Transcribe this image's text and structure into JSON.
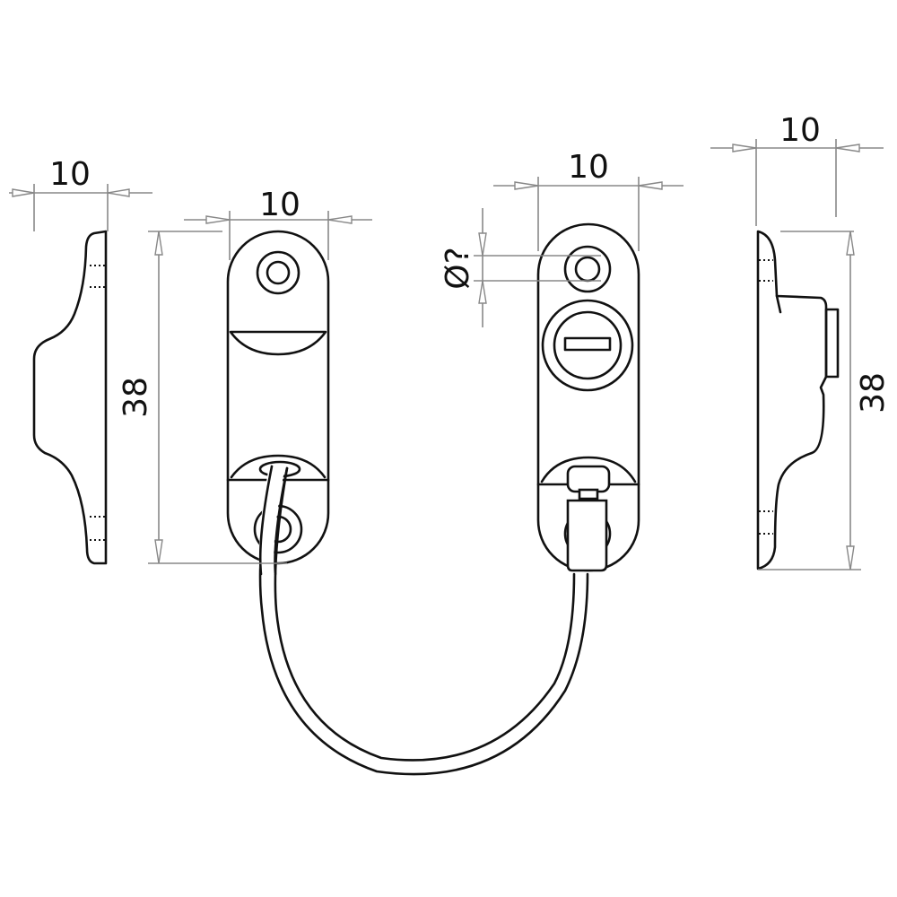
{
  "dimensions": {
    "left_profile_width": "10",
    "plate_left_width": "10",
    "plate_left_height": "38",
    "plate_right_width": "10",
    "hole_diameter": "Ø?",
    "right_profile_width": "10",
    "right_profile_height": "38"
  }
}
